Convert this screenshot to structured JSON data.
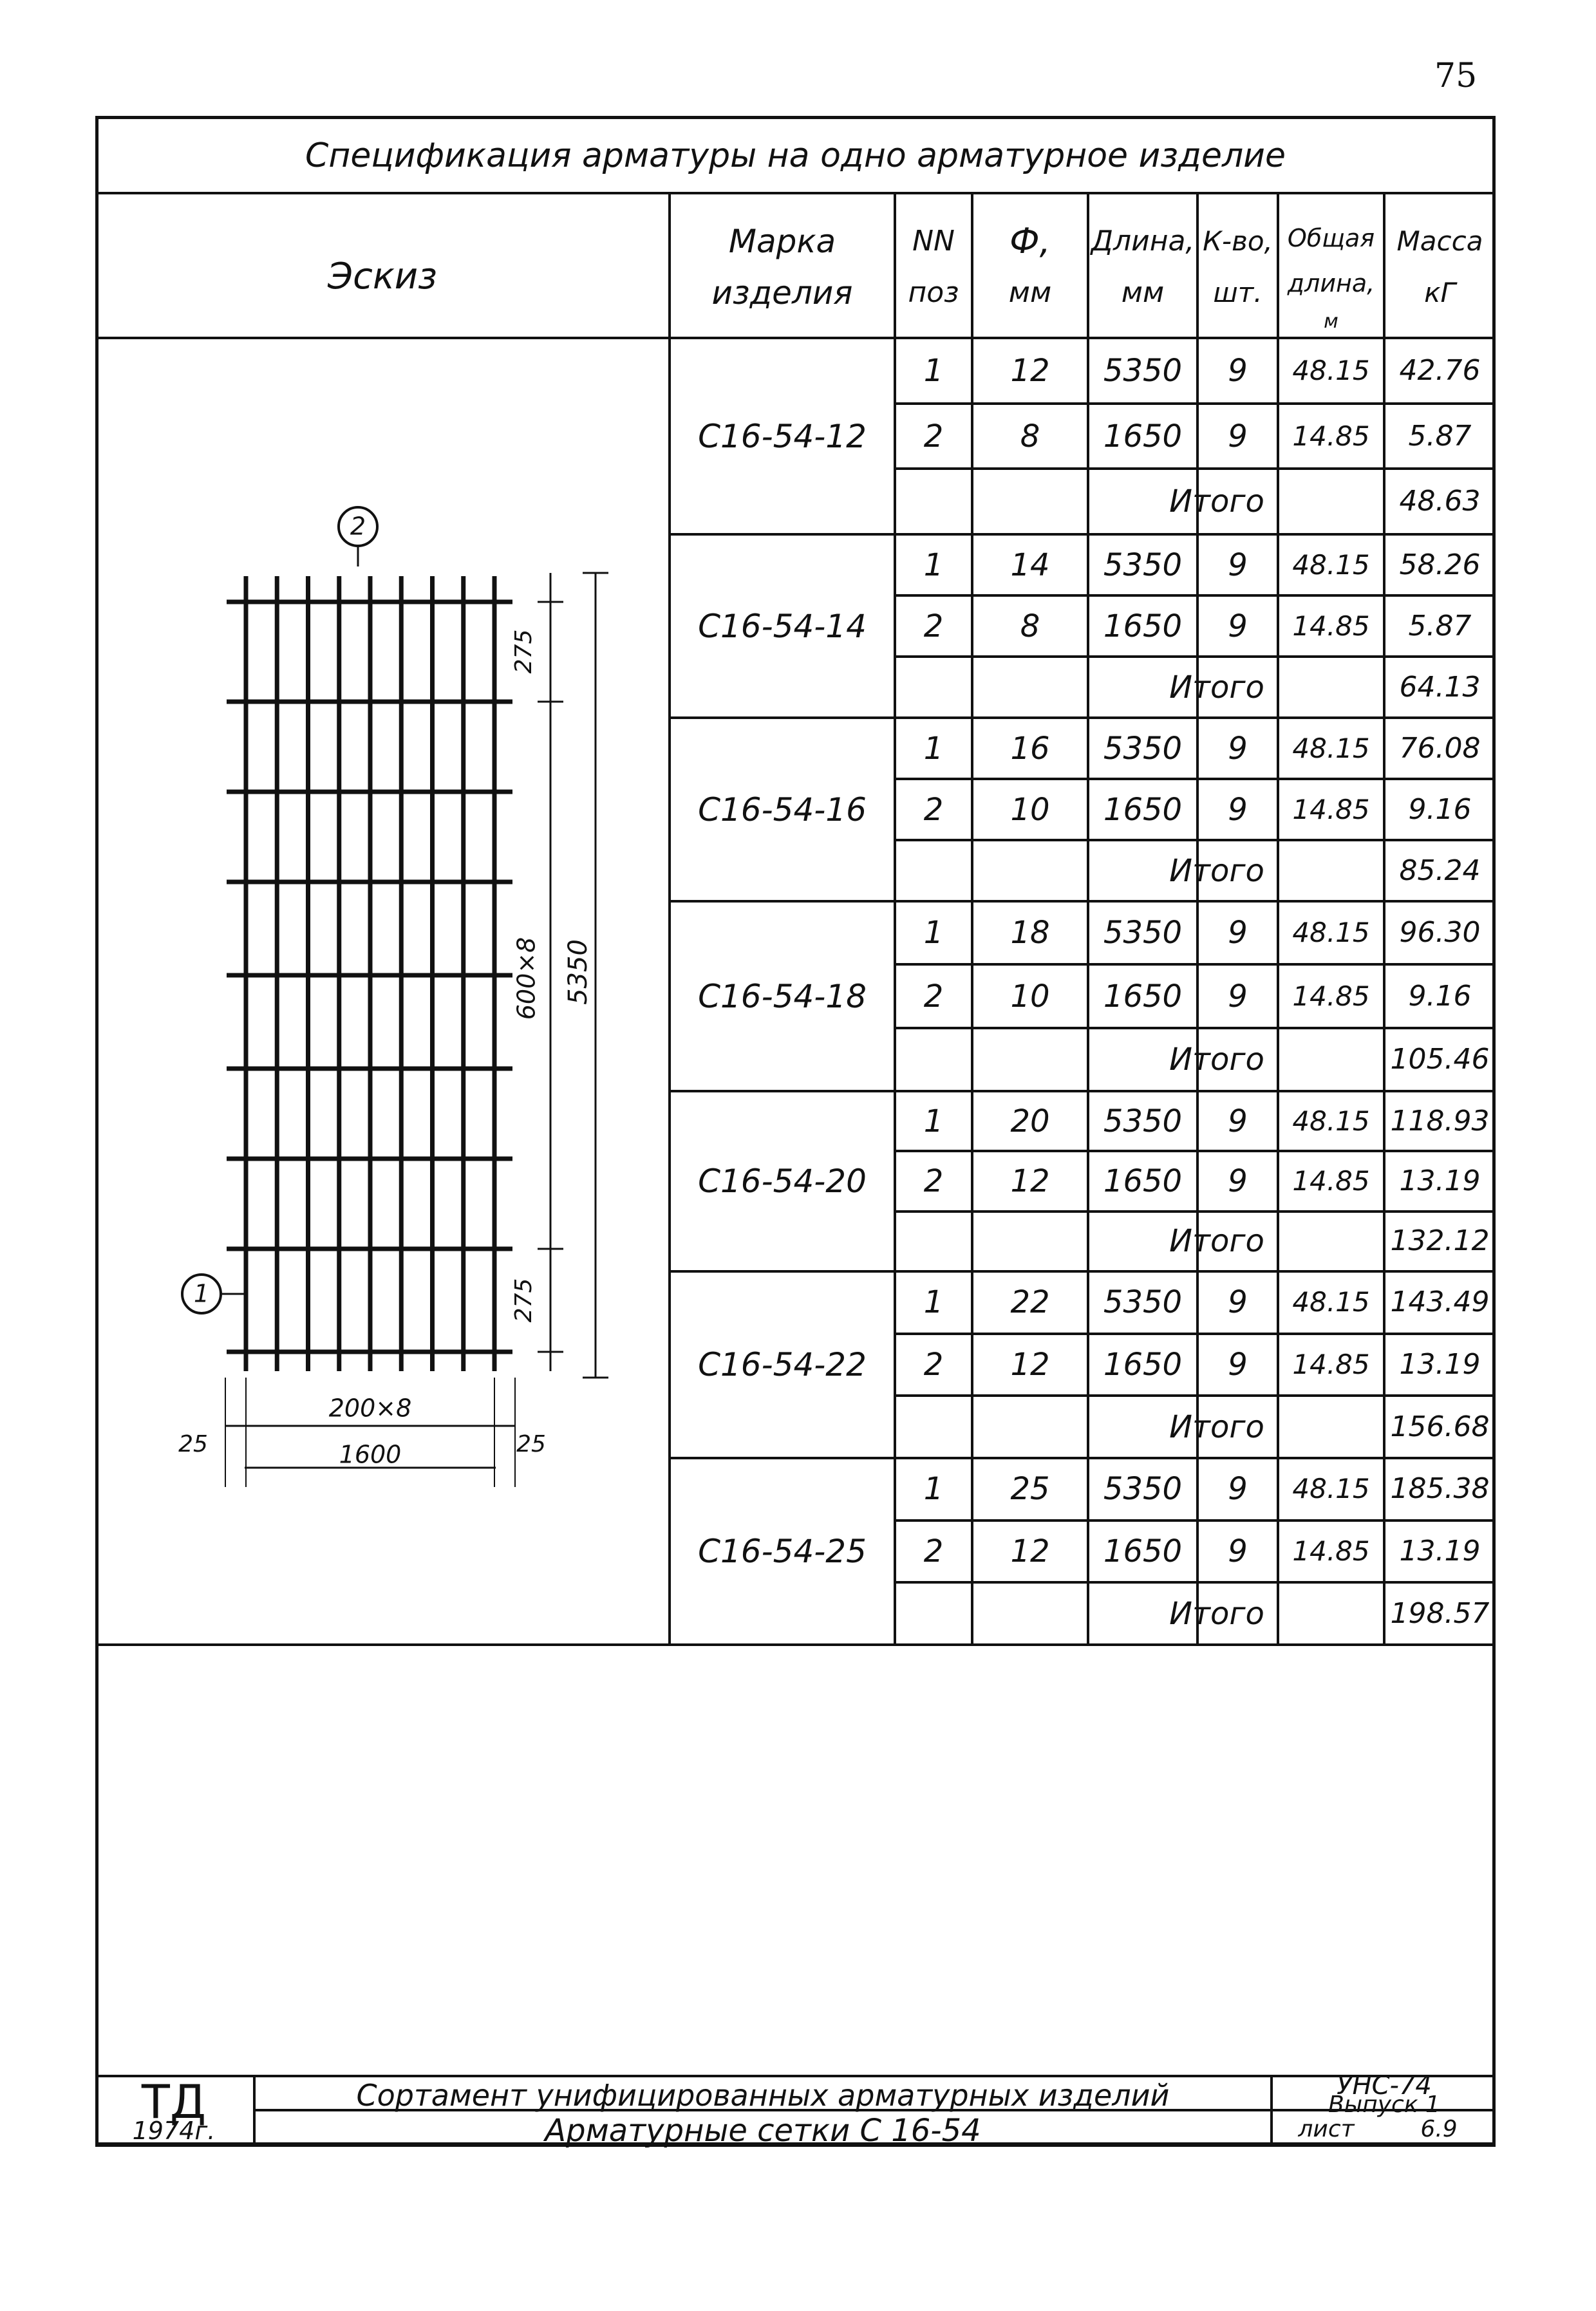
{
  "page_number": "75",
  "title": "Спецификация арматуры на одно арматурное изделие",
  "headers": {
    "sketch": "Эскиз",
    "mark_1": "Марка",
    "mark_2": "изделия",
    "pos_1": "NN",
    "pos_2": "поз",
    "diam_1": "Ф,",
    "diam_2": "мм",
    "len_1": "Длина,",
    "len_2": "мм",
    "qty_1": "К-во,",
    "qty_2": "шт.",
    "total_1": "Общая",
    "total_2": "длина,",
    "total_3": "м",
    "mass_1": "Масса",
    "mass_2": "кГ"
  },
  "total_label": "Итого",
  "groups": [
    {
      "mark": "С16-54-12",
      "rows": [
        [
          "1",
          "12",
          "5350",
          "9",
          "48.15",
          "42.76"
        ],
        [
          "2",
          "8",
          "1650",
          "9",
          "14.85",
          "5.87"
        ]
      ],
      "total": "48.63"
    },
    {
      "mark": "С16-54-14",
      "rows": [
        [
          "1",
          "14",
          "5350",
          "9",
          "48.15",
          "58.26"
        ],
        [
          "2",
          "8",
          "1650",
          "9",
          "14.85",
          "5.87"
        ]
      ],
      "total": "64.13"
    },
    {
      "mark": "С16-54-16",
      "rows": [
        [
          "1",
          "16",
          "5350",
          "9",
          "48.15",
          "76.08"
        ],
        [
          "2",
          "10",
          "1650",
          "9",
          "14.85",
          "9.16"
        ]
      ],
      "total": "85.24"
    },
    {
      "mark": "С16-54-18",
      "rows": [
        [
          "1",
          "18",
          "5350",
          "9",
          "48.15",
          "96.30"
        ],
        [
          "2",
          "10",
          "1650",
          "9",
          "14.85",
          "9.16"
        ]
      ],
      "total": "105.46"
    },
    {
      "mark": "С16-54-20",
      "rows": [
        [
          "1",
          "20",
          "5350",
          "9",
          "48.15",
          "118.93"
        ],
        [
          "2",
          "12",
          "1650",
          "9",
          "14.85",
          "13.19"
        ]
      ],
      "total": "132.12"
    },
    {
      "mark": "С16-54-22",
      "rows": [
        [
          "1",
          "22",
          "5350",
          "9",
          "48.15",
          "143.49"
        ],
        [
          "2",
          "12",
          "1650",
          "9",
          "14.85",
          "13.19"
        ]
      ],
      "total": "156.68"
    },
    {
      "mark": "С16-54-25",
      "rows": [
        [
          "1",
          "25",
          "5350",
          "9",
          "48.15",
          "185.38"
        ],
        [
          "2",
          "12",
          "1650",
          "9",
          "14.85",
          "13.19"
        ]
      ],
      "total": "198.57"
    }
  ],
  "sketch": {
    "pos_top": "2",
    "pos_left": "1",
    "dim_top": "275",
    "dim_bottom": "275",
    "dim_mid": "600×8",
    "dim_total": "5350",
    "dim_bottom_spacing": "200×8",
    "dim_width": "1600",
    "dim_left_overhang": "25",
    "dim_right_overhang": "25"
  },
  "stamp": {
    "logo": "ТД",
    "year": "1974г.",
    "line1": "Сортамент унифицированных арматурных изделий",
    "line2": "Арматурные сетки С 16-54",
    "series": "УНС-74",
    "issue": "Выпуск 1",
    "sheet_label": "лист",
    "sheet": "6.9"
  }
}
